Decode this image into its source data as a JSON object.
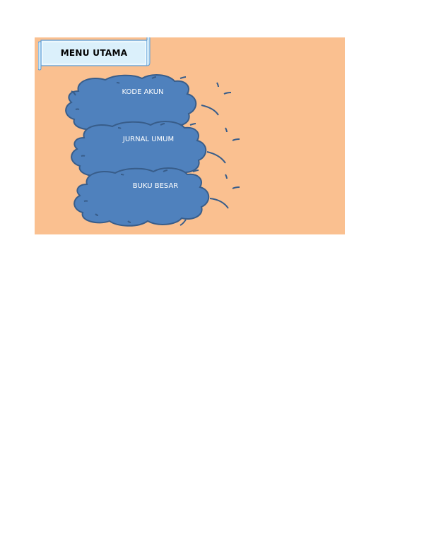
{
  "menu": {
    "title": "MENU UTAMA",
    "items": [
      {
        "label": "KODE AKUN"
      },
      {
        "label": "JURNAL UMUM"
      },
      {
        "label": "BUKU BESAR"
      }
    ]
  },
  "colors": {
    "sheet_background": "#fac090",
    "banner_fill": "#dbf0fb",
    "banner_border": "#5b9bd5",
    "cloud_fill": "#4f81bd",
    "cloud_outline": "#385d8a",
    "label_text": "#ffffff"
  }
}
